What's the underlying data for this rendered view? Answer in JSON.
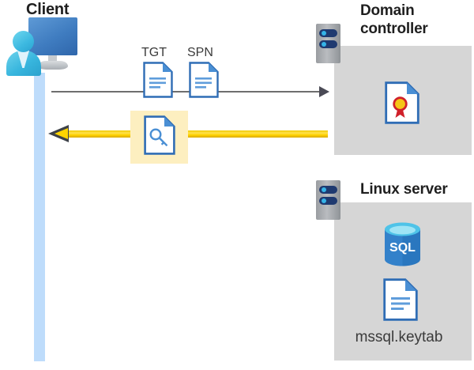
{
  "diagram": {
    "title": "Kerberos authentication flow between client, domain controller and Linux server",
    "background": "#ffffff",
    "colors": {
      "panel_gray": "#d6d6d6",
      "highlight_yellow": "#fdefc0",
      "arrow_yellow": "#ffd200",
      "arrow_gray": "#6e6e6e",
      "lifeline_blue": "#bedcfb",
      "doc_blue": "#3f7cc0",
      "text_dark": "#1f1f1f",
      "sql_blue": "#2a77bf",
      "cert_gold": "#f5c518",
      "cert_red": "#d0202a"
    }
  },
  "nodes": {
    "client": {
      "label": "Client",
      "icon": "workstation-user-icon"
    },
    "domain_controller": {
      "label": "Domain controller",
      "label_line1": "Domain",
      "label_line2": "controller",
      "icon": "server-rack-icon",
      "contents": [
        {
          "name": "certificate-document-icon",
          "label": ""
        }
      ]
    },
    "linux_server": {
      "label": "Linux server",
      "icon": "server-rack-icon",
      "contents": [
        {
          "name": "sql-database-icon",
          "label": "SQL"
        },
        {
          "name": "keytab-document-icon",
          "label": "mssql.keytab"
        }
      ]
    }
  },
  "artifacts": [
    {
      "id": "tgt",
      "label": "TGT",
      "icon": "text-document-icon"
    },
    {
      "id": "spn",
      "label": "SPN",
      "icon": "text-document-icon"
    },
    {
      "id": "ticket",
      "label": "",
      "icon": "key-document-icon",
      "highlighted": true
    }
  ],
  "flows": [
    {
      "id": "request",
      "direction": "right",
      "style": "thin-gray-arrow",
      "from": "client",
      "to": "domain_controller",
      "carries": [
        "TGT",
        "SPN"
      ]
    },
    {
      "id": "response",
      "direction": "left",
      "style": "thick-yellow-arrow",
      "from": "domain_controller",
      "to": "client",
      "carries": [
        "service-ticket"
      ]
    }
  ],
  "database": {
    "label": "SQL"
  },
  "files": {
    "keytab": "mssql.keytab"
  }
}
